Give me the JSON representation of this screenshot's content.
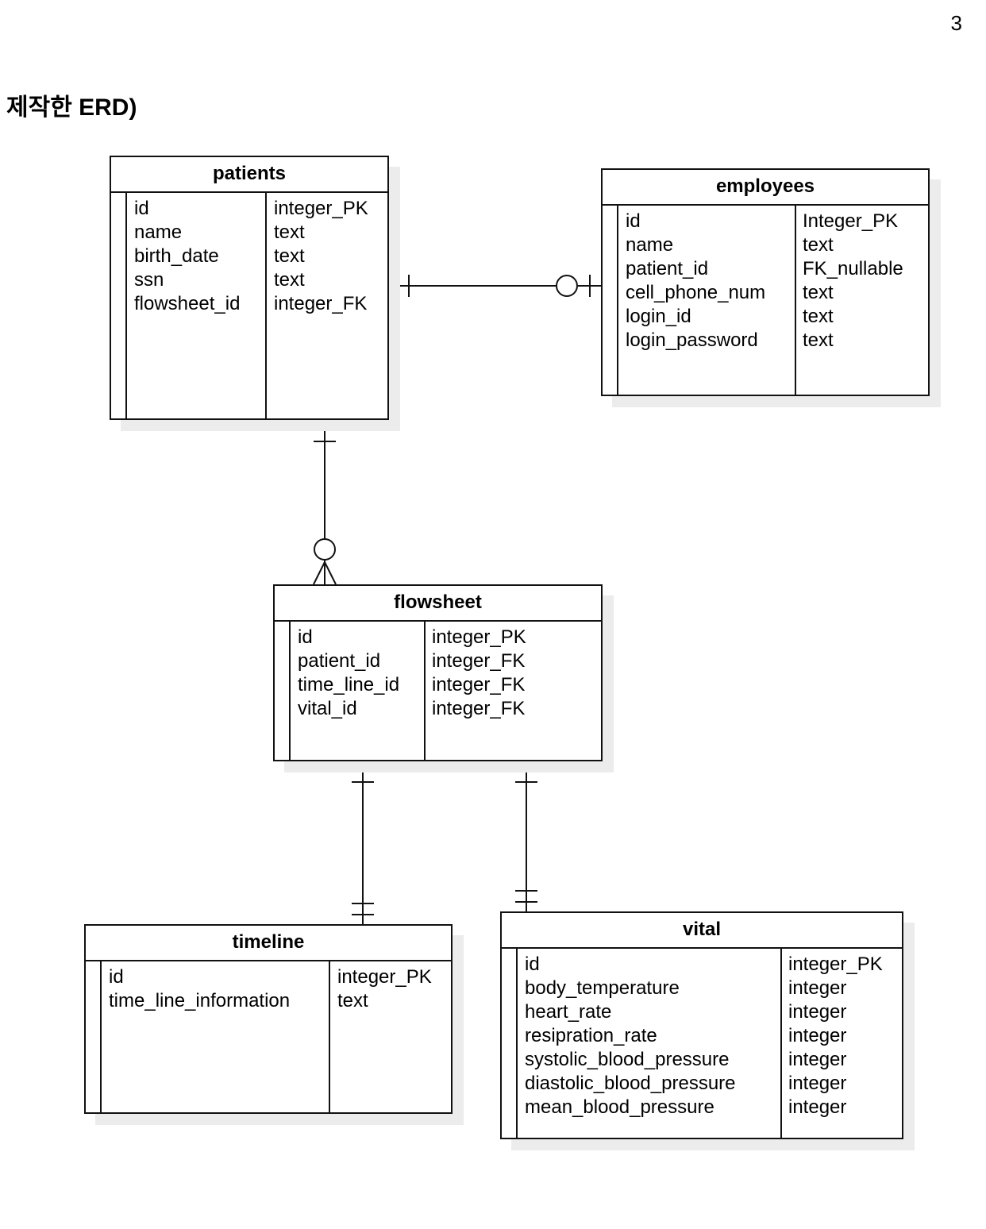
{
  "page_number": "3",
  "title": "제작한 ERD)",
  "entities": {
    "patients": {
      "name": "patients",
      "fields": [
        "id",
        "name",
        "birth_date",
        "ssn",
        "flowsheet_id"
      ],
      "types": [
        "integer_PK",
        "text",
        "text",
        "text",
        "integer_FK"
      ]
    },
    "employees": {
      "name": "employees",
      "fields": [
        "id",
        "name",
        "patient_id",
        "cell_phone_num",
        "login_id",
        "login_password"
      ],
      "types": [
        "Integer_PK",
        "text",
        "FK_nullable",
        "text",
        "text",
        "text"
      ]
    },
    "flowsheet": {
      "name": "flowsheet",
      "fields": [
        "id",
        "patient_id",
        "time_line_id",
        "vital_id"
      ],
      "types": [
        "integer_PK",
        "integer_FK",
        "integer_FK",
        "integer_FK"
      ]
    },
    "timeline": {
      "name": "timeline",
      "fields": [
        "id",
        "time_line_information"
      ],
      "types": [
        "integer_PK",
        "text"
      ]
    },
    "vital": {
      "name": "vital",
      "fields": [
        "id",
        "body_temperature",
        "heart_rate",
        "resipration_rate",
        "systolic_blood_pressure",
        "diastolic_blood_pressure",
        "mean_blood_pressure"
      ],
      "types": [
        "integer_PK",
        "integer",
        "integer",
        "integer",
        "integer",
        "integer",
        "integer"
      ]
    }
  },
  "relationships": [
    {
      "from": "patients",
      "to": "employees",
      "from_cardinality": "exactly-one",
      "to_cardinality": "zero-or-one"
    },
    {
      "from": "patients",
      "to": "flowsheet",
      "from_cardinality": "exactly-one",
      "to_cardinality": "zero-or-many"
    },
    {
      "from": "flowsheet",
      "to": "timeline",
      "from_cardinality": "exactly-one",
      "to_cardinality": "exactly-one"
    },
    {
      "from": "flowsheet",
      "to": "vital",
      "from_cardinality": "exactly-one",
      "to_cardinality": "exactly-one"
    }
  ]
}
